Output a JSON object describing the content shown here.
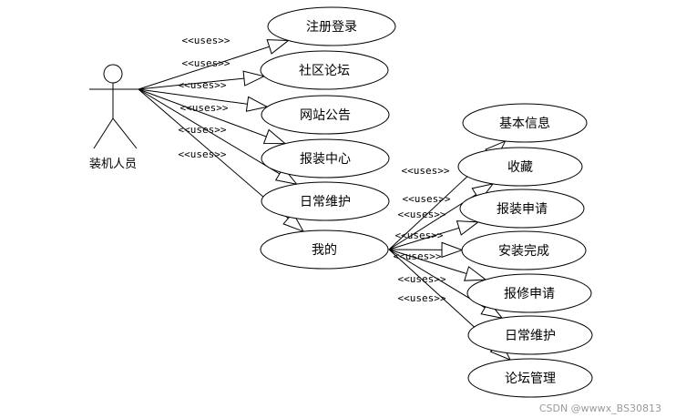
{
  "actor": {
    "name": "装机人员"
  },
  "relation_label": "<<uses>>",
  "use_cases_primary": [
    "注册登录",
    "社区论坛",
    "网站公告",
    "报装中心",
    "日常维护",
    "我的"
  ],
  "use_cases_mine": [
    "基本信息",
    "收藏",
    "报装申请",
    "安装完成",
    "报修申请",
    "日常维护",
    "论坛管理"
  ],
  "watermark": "CSDN @wwwx_BS30813"
}
